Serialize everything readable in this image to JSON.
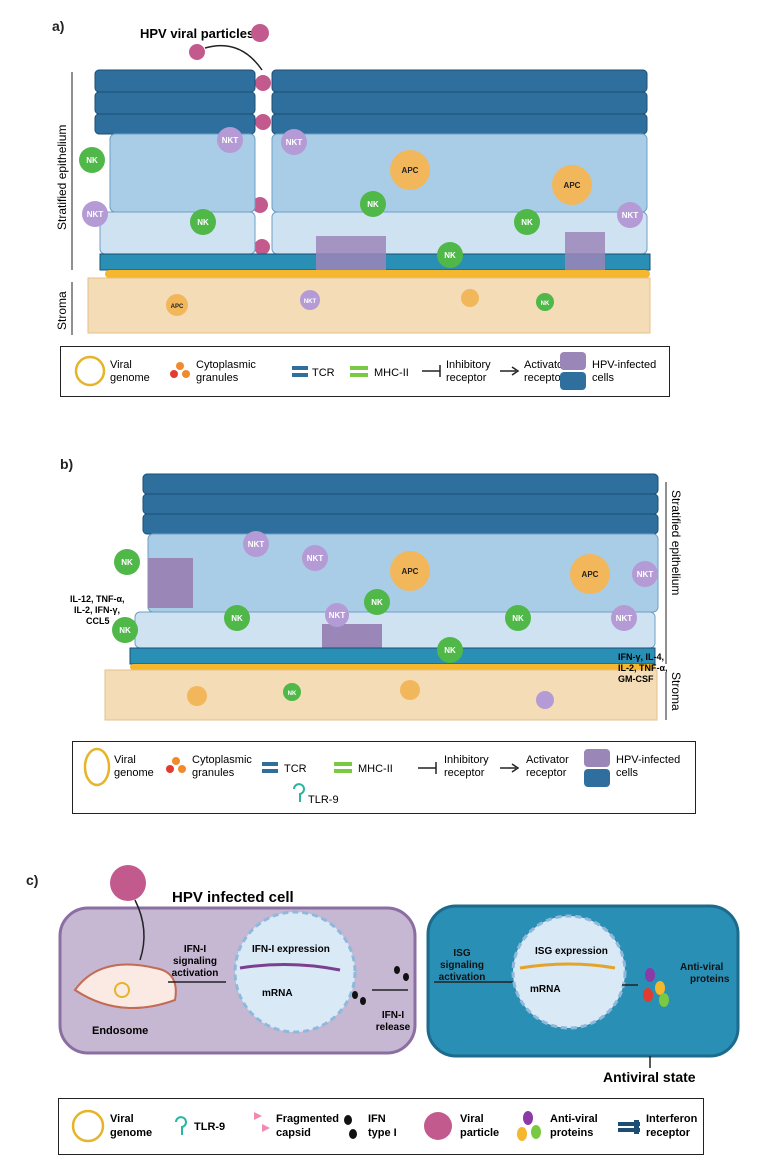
{
  "panel_a": {
    "letter": "a)",
    "viral_particles_label": "HPV viral particles",
    "side_epithelium": "Stratified epithelium",
    "side_stroma": "Stroma",
    "cell_labels": {
      "nk": "NK",
      "nkt": "NKT",
      "apc": "APC"
    }
  },
  "legend_a": {
    "viral_genome": [
      "Viral",
      "genome"
    ],
    "granules": [
      "Cytoplasmic",
      "granules"
    ],
    "tcr": "TCR",
    "mhc": "MHC-II",
    "inhibitory": [
      "Inhibitory",
      "receptor"
    ],
    "activator": [
      "Activator",
      "receptor"
    ],
    "infected": [
      "HPV-infected",
      "cells"
    ]
  },
  "panel_b": {
    "letter": "b)",
    "side_epithelium": "Stratified epithelium",
    "side_stroma": "Stroma",
    "cytokines_left": [
      "IL-12, TNF-α,",
      "IL-2, IFN-γ,",
      "CCL5"
    ],
    "cytokines_right": [
      "IFN-γ, IL-4,",
      "IL-2, TNF-α,",
      "GM-CSF"
    ]
  },
  "legend_b": {
    "viral_genome": [
      "Viral",
      "genome"
    ],
    "granules": [
      "Cytoplasmic",
      "granules"
    ],
    "tcr": "TCR",
    "mhc": "MHC-II",
    "inhibitory": [
      "Inhibitory",
      "receptor"
    ],
    "activator": [
      "Activator",
      "receptor"
    ],
    "infected": [
      "HPV-infected",
      "cells"
    ],
    "tlr9": "TLR-9"
  },
  "panel_c": {
    "letter": "c)",
    "infected_cell_title": "HPV infected cell",
    "endosome": "Endosome",
    "ifn_signaling": [
      "IFN-I",
      "signaling",
      "activation"
    ],
    "ifn_expression": "IFN-I expression",
    "mrna_left": "mRNA",
    "ifn_release": [
      "IFN-I",
      "release"
    ],
    "isg_signaling": [
      "ISG",
      "signaling",
      "activation"
    ],
    "isg_expression": "ISG expression",
    "mrna_right": "mRNA",
    "antiviral_proteins": [
      "Anti-viral",
      "proteins"
    ],
    "antiviral_state": "Antiviral state"
  },
  "legend_c": {
    "viral_genome": [
      "Viral",
      "genome"
    ],
    "tlr9": "TLR-9",
    "fragmented": [
      "Fragmented",
      "capsid"
    ],
    "ifn": [
      "IFN",
      "type I"
    ],
    "viral_particle": [
      "Viral",
      "particle"
    ],
    "antiviral": [
      "Anti-viral",
      "proteins"
    ],
    "receptor": [
      "Interferon",
      "receptor"
    ]
  },
  "colors": {
    "dark_blue": "#2e6f9e",
    "light_blue": "#a9cde6",
    "purple": "#9b86b8",
    "stroma": "#f3dcb6",
    "nk_green": "#4fb848",
    "nkt_purple": "#b49bd6",
    "apc_orange": "#f2b75a",
    "teal": "#2a8fb5"
  }
}
